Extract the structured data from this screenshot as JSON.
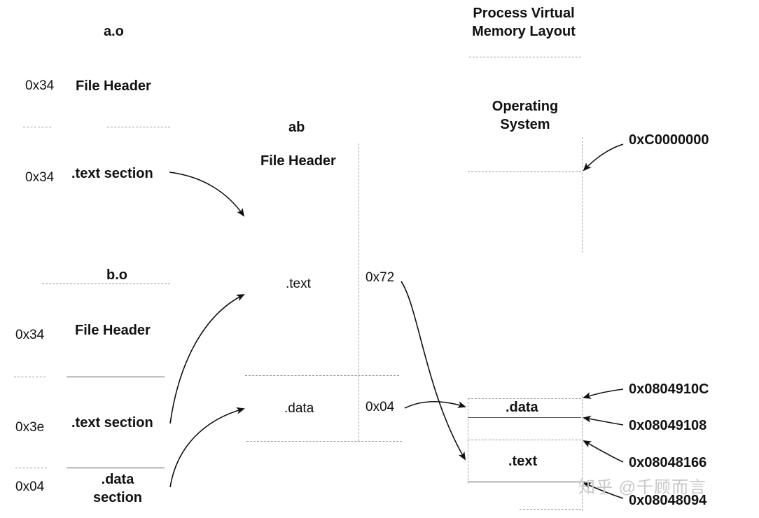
{
  "a_o": {
    "title": "a.o",
    "header_size": "0x34",
    "header_label": "File Header",
    "text_size": "0x34",
    "text_label": ".text section"
  },
  "b_o": {
    "title": "b.o",
    "header_size": "0x34",
    "header_label": "File Header",
    "text_size": "0x3e",
    "text_label": ".text section",
    "data_size": "0x04",
    "data_label_line1": ".data",
    "data_label_line2": "section"
  },
  "ab": {
    "title": "ab",
    "header_label": "File Header",
    "text_label": ".text",
    "data_label": ".data",
    "text_size": "0x72",
    "data_size": "0x04"
  },
  "vm": {
    "title_line1": "Process Virtual",
    "title_line2": "Memory Layout",
    "os_line1": "Operating",
    "os_line2": "System",
    "data_label": ".data",
    "text_label": ".text",
    "addr_os": "0xC0000000",
    "addr_data_end": "0x0804910C",
    "addr_data_start": "0x08049108",
    "addr_text_end": "0x08048166",
    "addr_text_start": "0x08048094"
  },
  "watermark": "知乎 @千顾而言"
}
